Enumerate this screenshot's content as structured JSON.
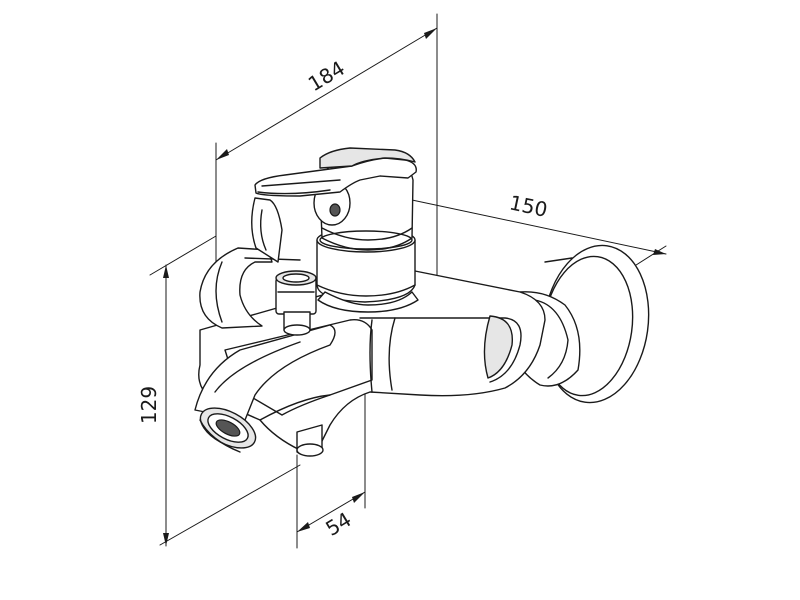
{
  "dimensions": {
    "total_length": "184",
    "body_length": "150",
    "height": "129",
    "spout_offset": "54"
  },
  "colors": {
    "line": "#1a1a1a",
    "shade": "#e6e6e6",
    "background": "#ffffff"
  }
}
